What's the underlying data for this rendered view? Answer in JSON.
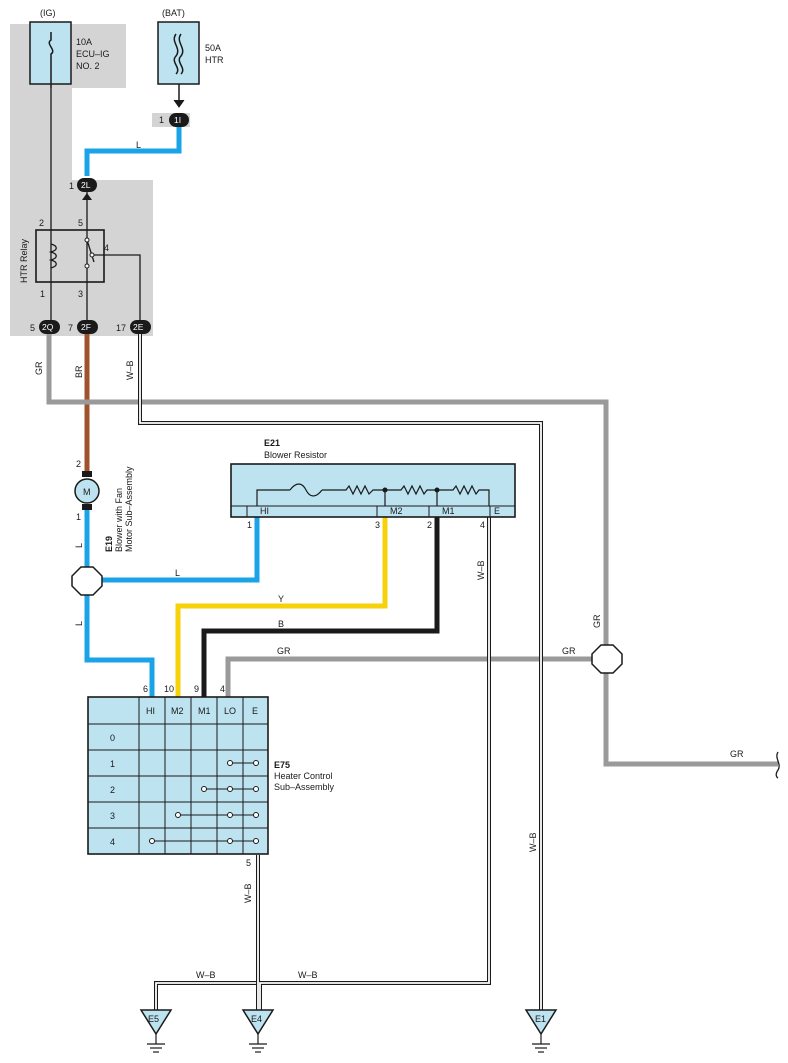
{
  "fuses": {
    "ig": {
      "source": "(IG)",
      "rating": "10A",
      "name1": "ECU–IG",
      "name2": "NO. 2"
    },
    "bat": {
      "source": "(BAT)",
      "rating": "50A",
      "name1": "HTR"
    }
  },
  "connectors": {
    "c1I": {
      "pin": "1",
      "id": "1I"
    },
    "c2L": {
      "pin": "1",
      "id": "2L"
    },
    "c2Q": {
      "pin": "5",
      "id": "2Q"
    },
    "c2F": {
      "pin": "7",
      "id": "2F"
    },
    "c2E": {
      "pin": "17",
      "id": "2E"
    }
  },
  "relay": {
    "name": "HTR Relay",
    "pins": {
      "p2": "2",
      "p5": "5",
      "p4": "4",
      "p1": "1",
      "p3": "3"
    }
  },
  "wires": {
    "l1": "L",
    "gr_left": "GR",
    "br": "BR",
    "wb_left": "W–B",
    "l_motor": "L",
    "l_resistor": "L",
    "l_lower": "L",
    "y": "Y",
    "b": "B",
    "gr_control": "GR",
    "gr_right": "GR",
    "gr_vertical": "GR",
    "gr_end": "GR",
    "wb_resistor": "W–B",
    "wb_e1": "W–B",
    "wb_control": "W–B",
    "wb_e5": "W–B",
    "wb_e4": "W–B"
  },
  "motor": {
    "symbol": "M",
    "id": "E19",
    "name1": "Blower with Fan",
    "name2": "Motor Sub–Assembly",
    "pin_top": "2",
    "pin_bottom": "1"
  },
  "resistor": {
    "id": "E21",
    "name": "Blower Resistor",
    "terminals": [
      "HI",
      "M2",
      "M1",
      "E"
    ],
    "pins": [
      "1",
      "3",
      "2",
      "4"
    ]
  },
  "control": {
    "id": "E75",
    "name1": "Heater Control",
    "name2": "Sub–Assembly",
    "columns": [
      "HI",
      "M2",
      "M1",
      "LO",
      "E"
    ],
    "pins": [
      "6",
      "10",
      "9",
      "4"
    ],
    "rows": [
      "0",
      "1",
      "2",
      "3",
      "4"
    ],
    "bottom_pin": "5"
  },
  "grounds": {
    "e5": "E5",
    "e4": "E4",
    "e1": "E1"
  },
  "colors": {
    "blue": "#1aa3e6",
    "yellow": "#f7d20a",
    "black": "#1a1a1a",
    "brown": "#a0522d",
    "gray": "#9a9a9a",
    "component_fill": "#bde3f0",
    "shade": "#d4d4d4"
  }
}
